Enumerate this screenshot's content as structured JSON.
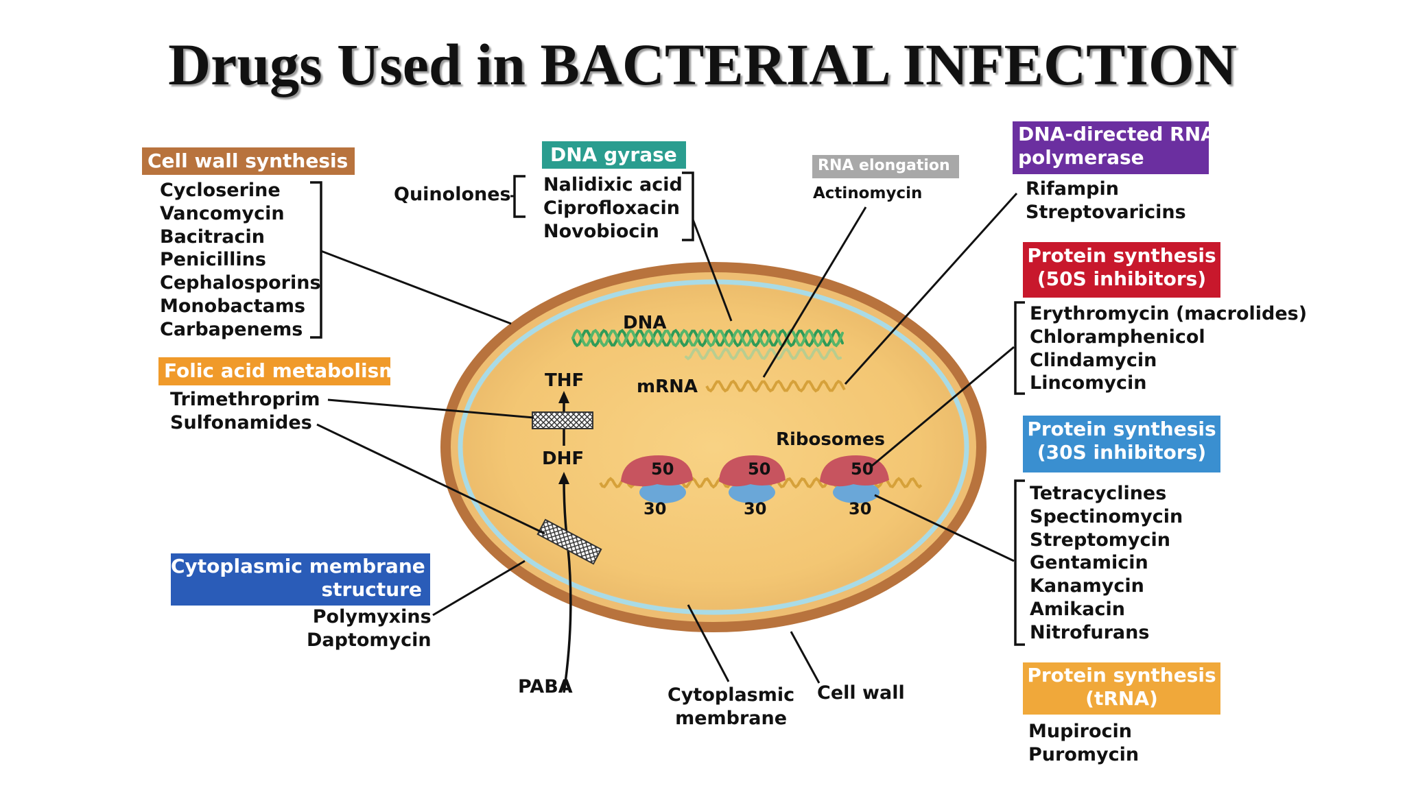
{
  "title": "Drugs Used in BACTERIAL INFECTION",
  "colors": {
    "cell_wall": "#b8733d",
    "dna_gyrase": "#2a9d8f",
    "rna_elongation": "#a8a8a8",
    "rna_polymerase": "#6b2fa0",
    "protein_50s": "#c8182c",
    "protein_30s": "#3a8fd0",
    "folic_acid": "#f09a2a",
    "membrane": "#2a5cb8",
    "trna": "#f0a83a",
    "cytoplasm": "#f3c877",
    "membrane_line": "#a9dbe6"
  },
  "groups": {
    "cell_wall": {
      "header": "Cell wall synthesis",
      "drugs": [
        "Cycloserine",
        "Vancomycin",
        "Bacitracin",
        "Penicillins",
        "Cephalosporins",
        "Monobactams",
        "Carbapenems"
      ]
    },
    "folic_acid": {
      "header": "Folic acid metabolism",
      "drugs": [
        "Trimethroprim",
        "Sulfonamides"
      ]
    },
    "membrane": {
      "header_line1": "Cytoplasmic membrane",
      "header_line2": "structure",
      "drugs": [
        "Polymyxins",
        "Daptomycin"
      ]
    },
    "dna_gyrase": {
      "header": "DNA gyrase",
      "class": "Quinolones",
      "drugs": [
        "Nalidixic acid",
        "Ciprofloxacin",
        "Novobiocin"
      ]
    },
    "rna_elongation": {
      "header": "RNA elongation",
      "drugs": [
        "Actinomycin"
      ]
    },
    "rna_polymerase": {
      "header_line1": "DNA-directed RNA",
      "header_line2": "polymerase",
      "drugs": [
        "Rifampin",
        "Streptovaricins"
      ]
    },
    "protein_50s": {
      "header_line1": "Protein synthesis",
      "header_line2": "(50S inhibitors)",
      "drugs": [
        "Erythromycin (macrolides)",
        "Chloramphenicol",
        "Clindamycin",
        "Lincomycin"
      ]
    },
    "protein_30s": {
      "header_line1": "Protein synthesis",
      "header_line2": "(30S inhibitors)",
      "drugs": [
        "Tetracyclines",
        "Spectinomycin",
        "Streptomycin",
        "Gentamicin",
        "Kanamycin",
        "Amikacin",
        "Nitrofurans"
      ]
    },
    "trna": {
      "header_line1": "Protein synthesis",
      "header_line2": "(tRNA)",
      "drugs": [
        "Mupirocin",
        "Puromycin"
      ]
    }
  },
  "cell_labels": {
    "dna": "DNA",
    "mrna": "mRNA",
    "thf": "THF",
    "dhf": "DHF",
    "ribosomes": "Ribosomes",
    "paba": "PABA",
    "cytoplasmic_membrane_line1": "Cytoplasmic",
    "cytoplasmic_membrane_line2": "membrane",
    "cell_wall": "Cell wall",
    "subunit_large": "50",
    "subunit_small": "30"
  }
}
